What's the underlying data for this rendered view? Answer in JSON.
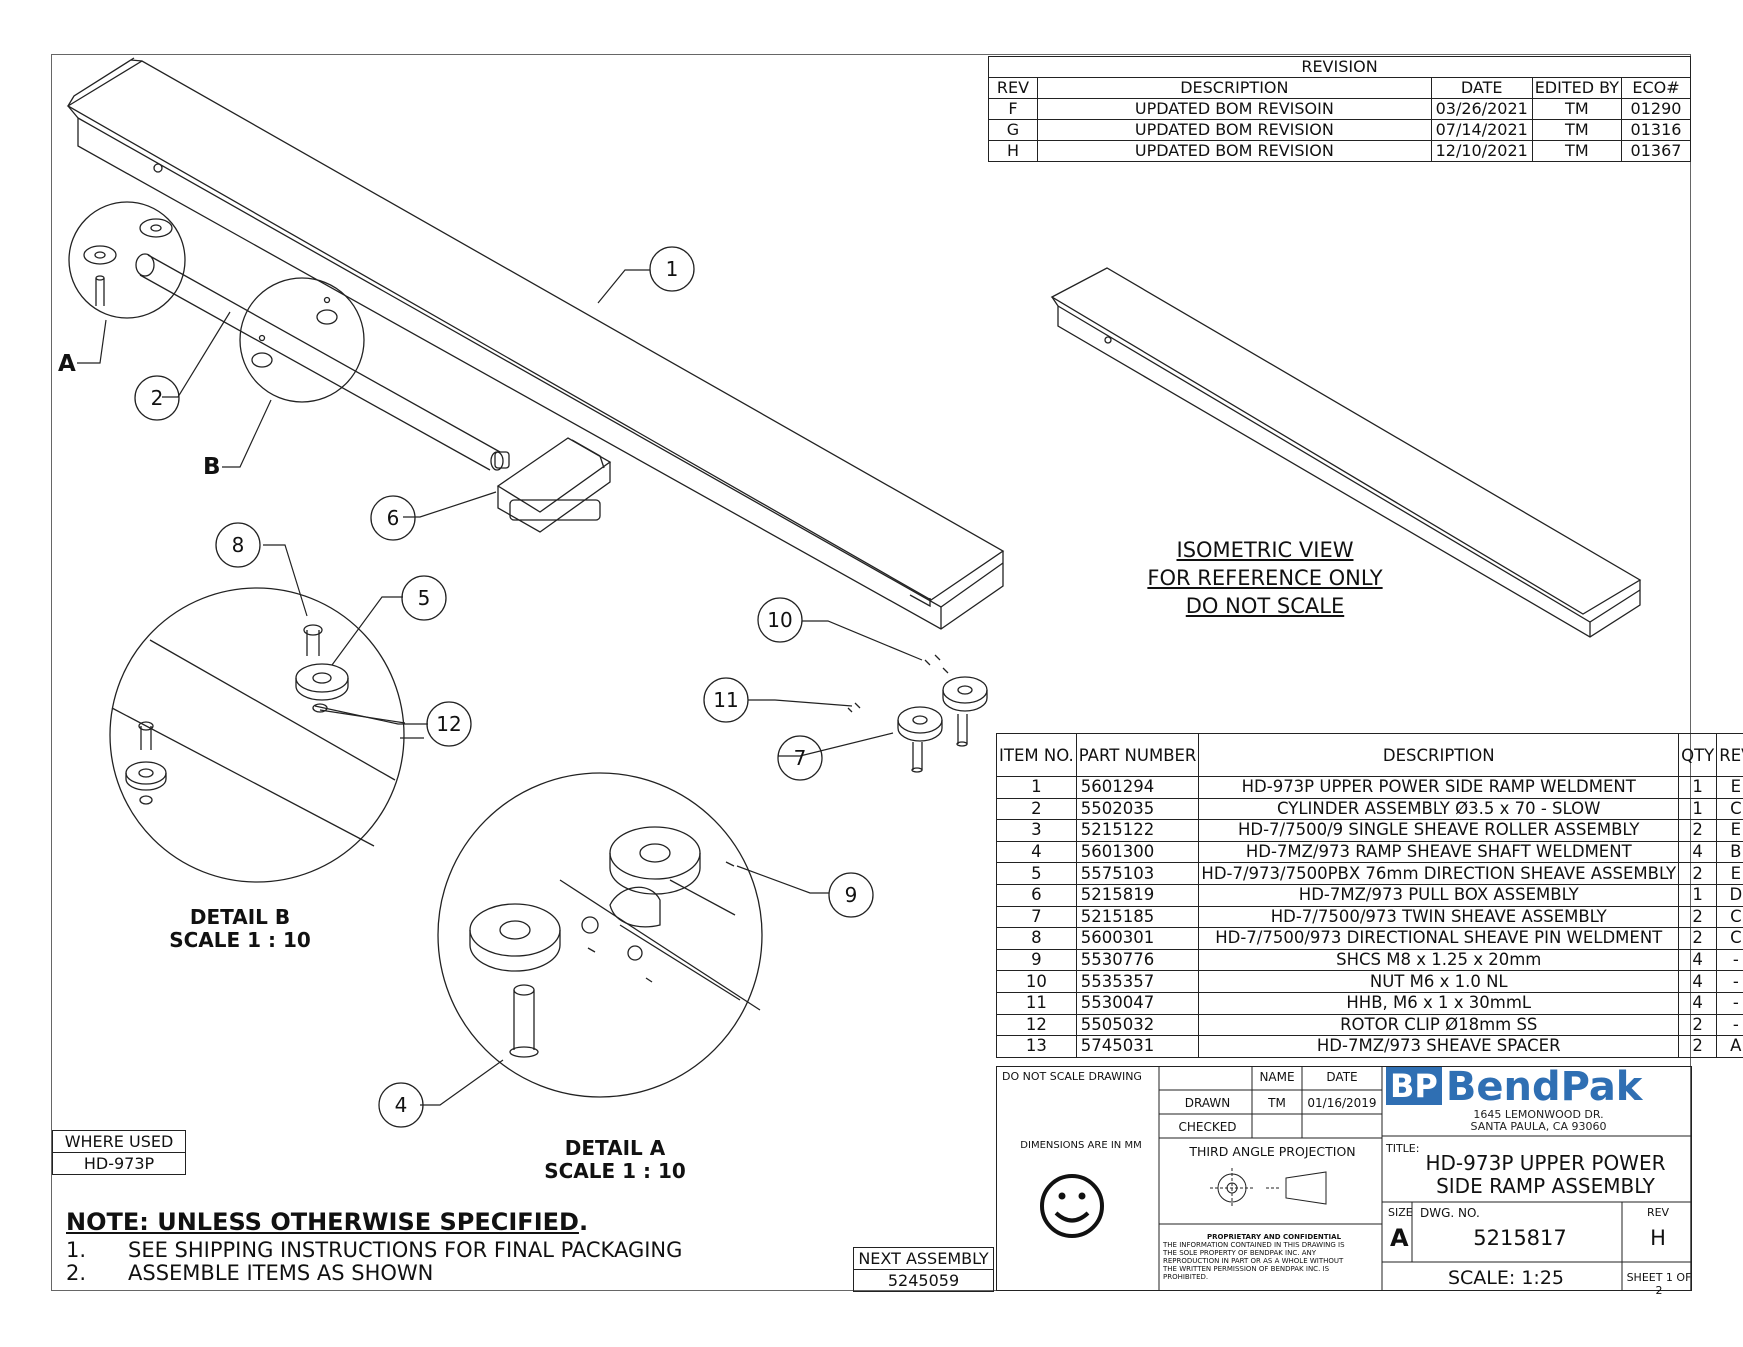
{
  "revision": {
    "title": "REVISION",
    "headers": [
      "REV",
      "DESCRIPTION",
      "DATE",
      "EDITED BY",
      "ECO#"
    ],
    "rows": [
      [
        "F",
        "UPDATED BOM REVISOIN",
        "03/26/2021",
        "TM",
        "01290"
      ],
      [
        "G",
        "UPDATED BOM REVISION",
        "07/14/2021",
        "TM",
        "01316"
      ],
      [
        "H",
        "UPDATED BOM REVISION",
        "12/10/2021",
        "TM",
        "01367"
      ]
    ]
  },
  "bom": {
    "headers": {
      "item": "ITEM NO.",
      "part": "PART NUMBER",
      "description": "DESCRIPTION",
      "qty": "QTY",
      "rev": "REV"
    },
    "rows": [
      [
        "1",
        "5601294",
        "HD-973P UPPER POWER SIDE RAMP WELDMENT",
        "1",
        "E"
      ],
      [
        "2",
        "5502035",
        "CYLINDER ASSEMBLY Ø3.5 x 70 - SLOW",
        "1",
        "C"
      ],
      [
        "3",
        "5215122",
        "HD-7/7500/9 SINGLE SHEAVE ROLLER ASSEMBLY",
        "2",
        "E"
      ],
      [
        "4",
        "5601300",
        "HD-7MZ/973 RAMP SHEAVE SHAFT WELDMENT",
        "4",
        "B"
      ],
      [
        "5",
        "5575103",
        "HD-7/973/7500PBX 76mm DIRECTION SHEAVE ASSEMBLY",
        "2",
        "E"
      ],
      [
        "6",
        "5215819",
        "HD-7MZ/973 PULL BOX ASSEMBLY",
        "1",
        "D"
      ],
      [
        "7",
        "5215185",
        "HD-7/7500/973 TWIN SHEAVE ASSEMBLY",
        "2",
        "C"
      ],
      [
        "8",
        "5600301",
        "HD-7/7500/973 DIRECTIONAL SHEAVE PIN WELDMENT",
        "2",
        "C"
      ],
      [
        "9",
        "5530776",
        "SHCS M8 x 1.25 x 20mm",
        "4",
        "-"
      ],
      [
        "10",
        "5535357",
        "NUT M6 x 1.0 NL",
        "4",
        "-"
      ],
      [
        "11",
        "5530047",
        "HHB, M6 x 1 x 30mmL",
        "4",
        "-"
      ],
      [
        "12",
        "5505032",
        "ROTOR CLIP Ø18mm SS",
        "2",
        "-"
      ],
      [
        "13",
        "5745031",
        "HD-7MZ/973 SHEAVE SPACER",
        "2",
        "A"
      ]
    ]
  },
  "iso_note": [
    "ISOMETRIC VIEW",
    "FOR REFERENCE ONLY",
    "DO NOT SCALE"
  ],
  "details": {
    "a_title": "DETAIL A",
    "a_scale": "SCALE 1 : 10",
    "b_title": "DETAIL B",
    "b_scale": "SCALE 1 : 10",
    "a_letter": "A",
    "b_letter": "B"
  },
  "callouts": [
    "1",
    "2",
    "4",
    "5",
    "6",
    "7",
    "8",
    "9",
    "10",
    "11",
    "12"
  ],
  "notes": {
    "title": "NOTE: UNLESS OTHERWISE SPECIFIED",
    "title_end": ".",
    "items": [
      {
        "num": "1.",
        "text": "SEE SHIPPING INSTRUCTIONS FOR FINAL PACKAGING"
      },
      {
        "num": "2.",
        "text": "ASSEMBLE ITEMS AS SHOWN"
      }
    ]
  },
  "where_used": {
    "label": "WHERE USED",
    "value": "HD-973P"
  },
  "next_assembly": {
    "label": "NEXT ASSEMBLY",
    "value": "5245059"
  },
  "title_block": {
    "do_not_scale": "DO NOT SCALE DRAWING",
    "name_hdr": "NAME",
    "date_hdr": "DATE",
    "drawn_label": "DRAWN",
    "drawn_name": "TM",
    "drawn_date": "01/16/2019",
    "checked_label": "CHECKED",
    "dimensions": "DIMENSIONS ARE IN MM",
    "projection": "THIRD ANGLE PROJECTION",
    "proprietary_title": "PROPRIETARY AND CONFIDENTIAL",
    "proprietary_lines": [
      "THE INFORMATION CONTAINED IN THIS DRAWING IS",
      "THE SOLE PROPERTY OF BENDPAK INC. ANY",
      "REPRODUCTION IN PART OR AS A WHOLE WITHOUT",
      "THE WRITTEN PERMISSION OF BENDPAK INC. IS",
      "PROHIBITED."
    ],
    "company_bp": "BP",
    "company_name": "BendPak",
    "address1": "1645 LEMONWOOD DR.",
    "address2": "SANTA PAULA, CA 93060",
    "title_label": "TITLE:",
    "title1": "HD-973P UPPER POWER",
    "title2": "SIDE RAMP ASSEMBLY",
    "size_label": "SIZE",
    "size_value": "A",
    "dwg_label": "DWG.  NO.",
    "dwg_value": "5215817",
    "rev_label": "REV",
    "rev_value": "H",
    "scale": "SCALE: 1:25",
    "sheet": "SHEET 1 OF 2"
  }
}
